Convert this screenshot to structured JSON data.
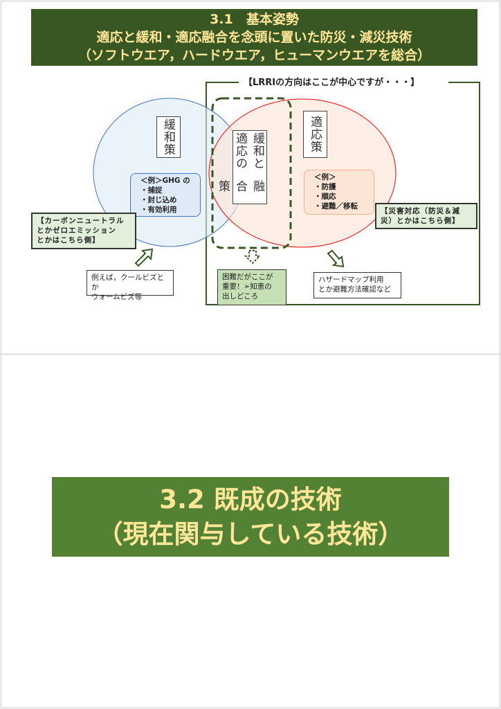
{
  "slide1": {
    "title_lines": [
      "3.1　基本姿勢",
      "適応と緩和・適応融合を念頭に置いた防災・減災技術",
      "（ソフトウエア，ハードウエア，ヒューマンウエアを総合）"
    ],
    "lrri_label": "【LRRIの方向はここが中心ですが・・・】",
    "mitigation_label": "緩和策",
    "fusion_label_1": "緩和と適応の",
    "fusion_label_2": "融合策",
    "adaptation_label": "適応策",
    "mitigation_examples": [
      "＜例＞GHG の",
      "・捕捉",
      "・封じ込め",
      "・有効利用"
    ],
    "adaptation_examples": [
      "＜例＞",
      "・防護",
      "・順応",
      "・避難／移転"
    ],
    "carbon_note": [
      "【カーボンニュートラル",
      "とかゼロエミッション",
      "とかはこちら側】"
    ],
    "disaster_note": [
      "【災害対応（防災＆減",
      "災）とかはこちら側】"
    ],
    "mitigation_example_box": [
      "例えば，クールビズとか",
      "ウォームビズ等"
    ],
    "fusion_example_box": [
      "困難だがここが",
      "重要！➢知恵の",
      "出しどころ"
    ],
    "adaptation_example_box": [
      "ハザードマップ利用",
      "とか避難方法確認など"
    ]
  },
  "slide2": {
    "title_lines": [
      "3.2 既成の技術",
      "（現在関与している技術）"
    ]
  },
  "colors": {
    "title1_bg": "#385723",
    "title_text": "#ffe699",
    "title2_bg": "#548235",
    "note_bg": "#e2efda"
  }
}
